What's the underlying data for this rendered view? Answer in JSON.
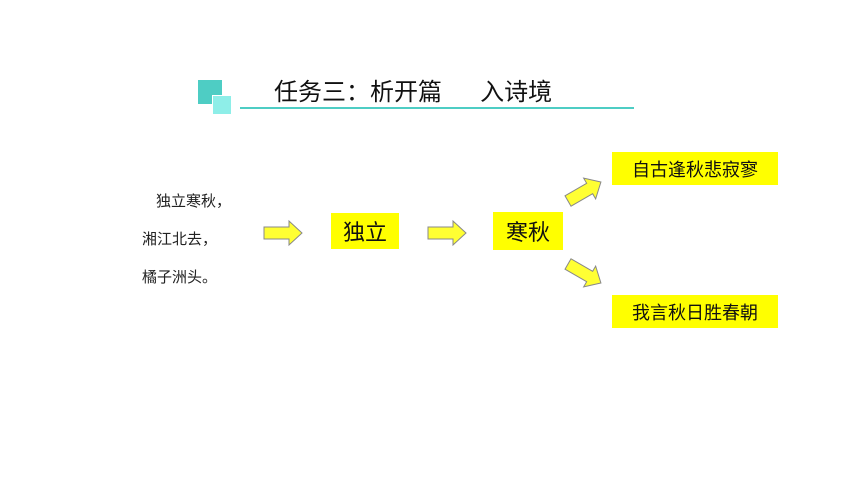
{
  "title": {
    "text": "任务三：析开篇     入诗境"
  },
  "poem": {
    "lines": [
      "独立寒秋，",
      "湘江北去，",
      "橘子洲头。"
    ]
  },
  "flow": {
    "step1": "独立",
    "step2": "寒秋",
    "branch_top": "自古逢秋悲寂寥",
    "branch_bottom": "我言秋日胜春朝"
  },
  "colors": {
    "teal_dark": "#4ecdc4",
    "teal_light": "#8eeee8",
    "yellow": "#ffff00",
    "arrow_fill": "#ffff33",
    "arrow_stroke": "#888888"
  },
  "icons": {
    "arrow_right": "arrow-right-icon",
    "arrow_up_right": "arrow-up-right-icon",
    "arrow_down_right": "arrow-down-right-icon"
  }
}
